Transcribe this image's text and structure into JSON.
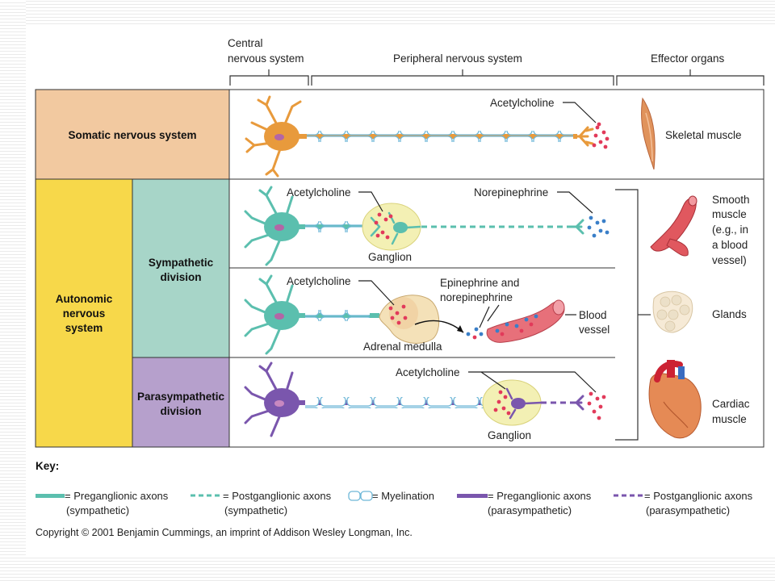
{
  "header": {
    "cns_line1": "Central",
    "cns_line2": "nervous system",
    "pns": "Peripheral nervous system",
    "effectors": "Effector organs"
  },
  "divisions": {
    "somatic": "Somatic nervous system",
    "autonomic_1": "Autonomic",
    "autonomic_2": "nervous",
    "autonomic_3": "system",
    "sympathetic_1": "Sympathetic",
    "sympathetic_2": "division",
    "parasympathetic_1": "Parasympathetic",
    "parasympathetic_2": "division"
  },
  "labels": {
    "ach_somatic": "Acetylcholine",
    "ach_symp": "Acetylcholine",
    "norepinephrine": "Norepinephrine",
    "ganglion_symp": "Ganglion",
    "ach_adrenal": "Acetylcholine",
    "epi_1": "Epinephrine and",
    "epi_2": "norepinephrine",
    "blood_1": "Blood",
    "blood_2": "vessel",
    "adrenal": "Adrenal medulla",
    "ach_para": "Acetylcholine",
    "ganglion_para": "Ganglion"
  },
  "effectors": {
    "skeletal": "Skeletal muscle",
    "smooth_1": "Smooth",
    "smooth_2": "muscle",
    "smooth_3": "(e.g., in",
    "smooth_4": "a blood",
    "smooth_5": "vessel)",
    "glands": "Glands",
    "cardiac_1": "Cardiac",
    "cardiac_2": "muscle"
  },
  "key": {
    "title": "Key:",
    "pre_symp_1": "= Preganglionic axons",
    "pre_symp_2": "(sympathetic)",
    "post_symp_1": "= Postganglionic axons",
    "post_symp_2": "(sympathetic)",
    "myelination": "= Myelination",
    "pre_para_1": "= Preganglionic axons",
    "pre_para_2": "(parasympathetic)",
    "post_para_1": "= Postganglionic axons",
    "post_para_2": "(parasympathetic)"
  },
  "copyright": "Copyright © 2001 Benjamin Cummings, an imprint of Addison Wesley Longman, Inc.",
  "colors": {
    "somatic_box": "#f2c9a0",
    "autonomic_box": "#f7d84a",
    "sympathetic_box": "#a7d5c8",
    "parasympathetic_box": "#b6a0cc",
    "somatic_neuron": "#e89a3c",
    "sympathetic_neuron": "#5bbfae",
    "parasympathetic_neuron": "#7a56ad",
    "myelin": "#6fb8d8",
    "acetylcholine": "#e23a5a",
    "norepinephrine": "#3a7fc8"
  }
}
